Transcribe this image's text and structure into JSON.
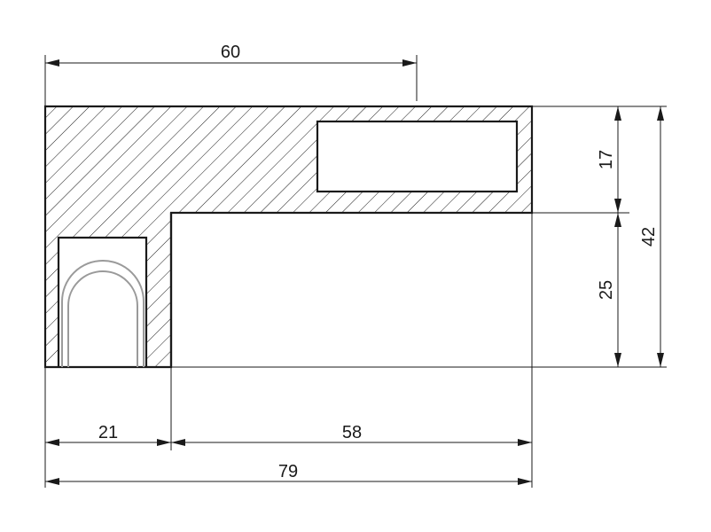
{
  "dimensions": {
    "top_width": "60",
    "left_width": "21",
    "right_width": "58",
    "total_width": "79",
    "upper_height": "17",
    "lower_height": "25",
    "total_height": "42"
  },
  "colors": {
    "line": "#1a1a1a",
    "inner_profile": "#9a9a9a",
    "background": "#ffffff"
  }
}
